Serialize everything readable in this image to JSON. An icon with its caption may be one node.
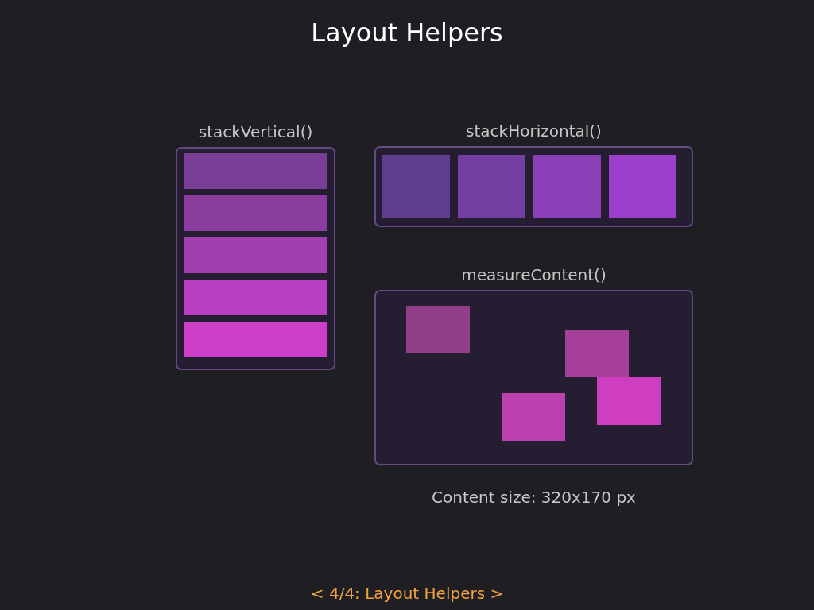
{
  "diagram": {
    "title": "Layout Helpers",
    "nodes": [
      {
        "text": [
          "stackVertical()"
        ]
      },
      {
        "text": [],
        "shape": "box",
        "in": 0
      },
      {
        "text": [],
        "shape": "box",
        "in": 0
      },
      {
        "text": [],
        "shape": "box",
        "in": 0
      },
      {
        "text": [],
        "shape": "box",
        "in": 0
      },
      {
        "text": [],
        "shape": "box",
        "in": 0
      },
      {
        "text": [
          "stackHorizontal()"
        ]
      },
      {
        "text": [],
        "shape": "box",
        "in": 6
      },
      {
        "text": [],
        "shape": "box",
        "in": 6
      },
      {
        "text": [],
        "shape": "box",
        "in": 6
      },
      {
        "text": [],
        "shape": "box",
        "in": 6
      },
      {
        "text": [
          "measureContent()"
        ],
        "beside": [
          "Content size: 320x170 px"
        ]
      },
      {
        "text": [],
        "shape": "box",
        "in": 11
      },
      {
        "text": [],
        "shape": "box",
        "in": 11
      },
      {
        "text": [],
        "shape": "box",
        "in": 11
      },
      {
        "text": [],
        "shape": "box",
        "in": 11
      }
    ],
    "labels": [
      "< 4/4: Layout Helpers >"
    ]
  }
}
